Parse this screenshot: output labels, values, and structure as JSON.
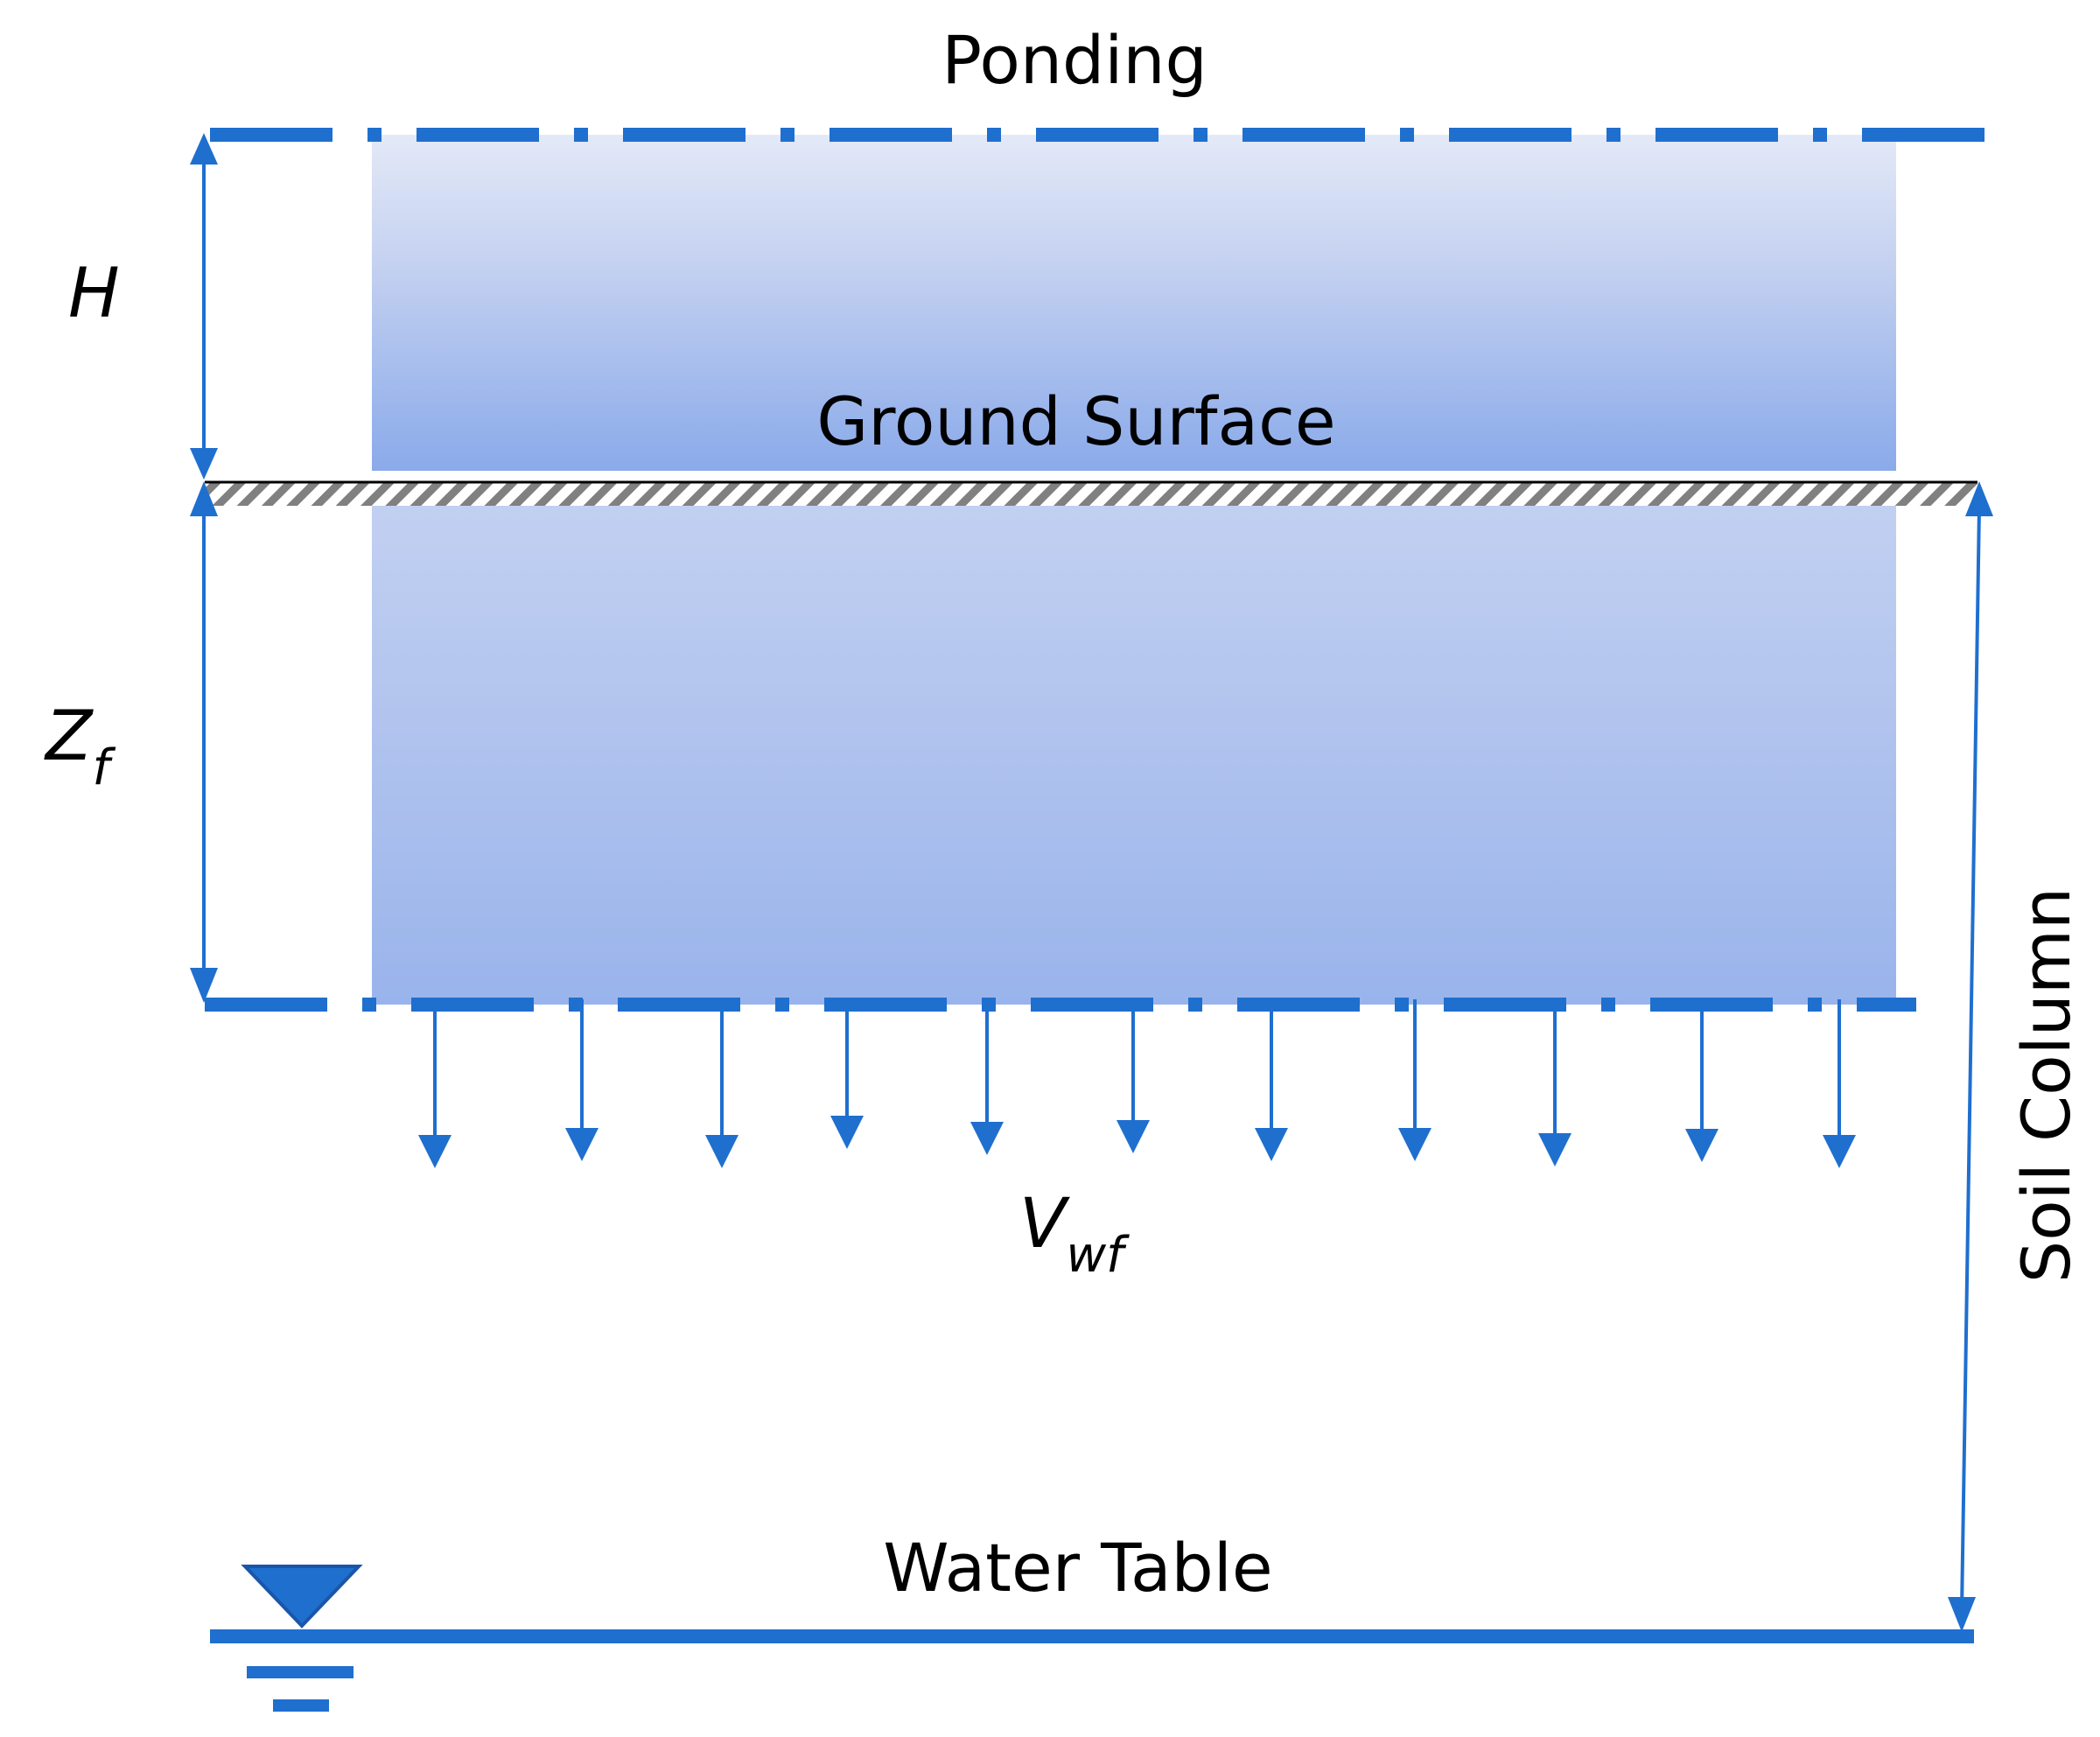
{
  "labels": {
    "ponding": "Ponding",
    "ground_surface": "Ground Surface",
    "water_table": "Water Table",
    "soil_column": "Soil Column",
    "h": "H",
    "z": "Z",
    "z_sub": "f",
    "v": "V",
    "v_sub": "wf"
  },
  "colors": {
    "line_blue": "#1f6fcf",
    "fill_top": "#e3e9f7",
    "fill_mid": "#c3d0f0",
    "fill_bottom": "#8aaaea",
    "hatch": "#808080"
  },
  "icons": {
    "water_table_marker": "inverted-triangle-water-level-icon"
  }
}
